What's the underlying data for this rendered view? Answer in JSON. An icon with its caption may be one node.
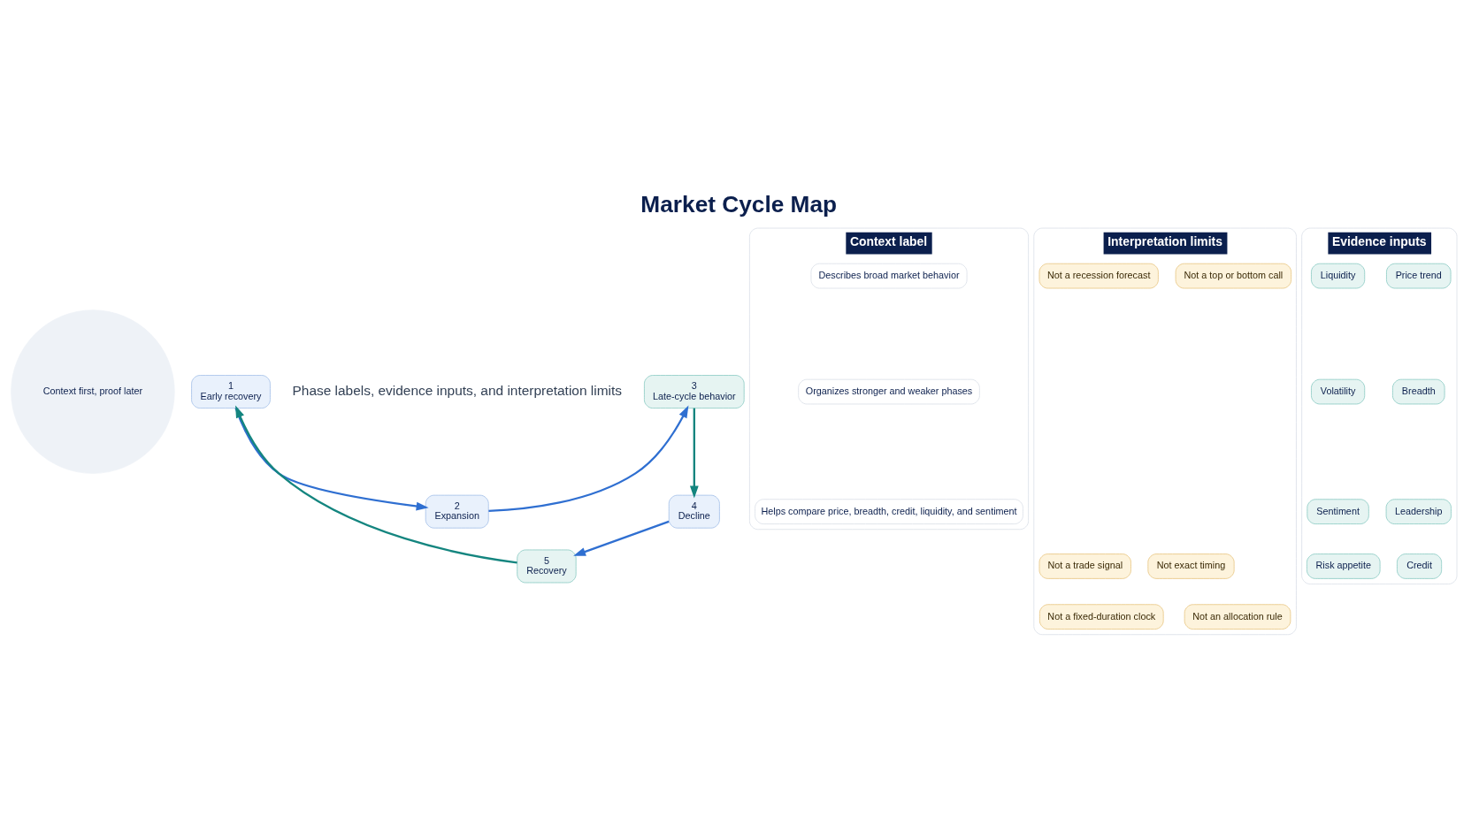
{
  "diagram": {
    "title": "Market Cycle Map",
    "nodes": [
      {
        "text": [
          "Context label"
        ]
      },
      {
        "text": [
          "Describes broad market behavior"
        ],
        "in": 0
      },
      {
        "text": [
          "Organizes stronger and weaker phases"
        ],
        "in": 0
      },
      {
        "text": [
          "Helps compare price, breadth, credit, liquidity, and sentiment"
        ],
        "in": 0
      },
      {
        "text": [
          "1",
          "Early recovery"
        ]
      },
      {
        "text": [
          "2",
          "Expansion"
        ]
      },
      {
        "text": [
          "3",
          "Late-cycle behavior"
        ]
      },
      {
        "text": [
          "4",
          "Decline"
        ]
      },
      {
        "text": [
          "5",
          "Recovery"
        ]
      },
      {
        "text": [
          "Context first, proof later"
        ]
      },
      {
        "text": [
          "Evidence inputs"
        ]
      },
      {
        "text": [
          "Price trend"
        ],
        "in": 10
      },
      {
        "text": [
          "Breadth"
        ],
        "in": 10
      },
      {
        "text": [
          "Leadership"
        ],
        "in": 10
      },
      {
        "text": [
          "Credit"
        ],
        "in": 10
      },
      {
        "text": [
          "Liquidity"
        ],
        "in": 10
      },
      {
        "text": [
          "Volatility"
        ],
        "in": 10
      },
      {
        "text": [
          "Sentiment"
        ],
        "in": 10
      },
      {
        "text": [
          "Risk appetite"
        ],
        "in": 10
      },
      {
        "text": [
          "Interpretation limits"
        ]
      },
      {
        "text": [
          "Not exact timing"
        ],
        "in": 19
      },
      {
        "text": [
          "Not a top or bottom call"
        ],
        "in": 19
      },
      {
        "text": [
          "Not a fixed-duration clock"
        ],
        "in": 19
      },
      {
        "text": [
          "Not a trade signal"
        ],
        "in": 19
      },
      {
        "text": [
          "Not a recession forecast"
        ],
        "in": 19
      },
      {
        "text": [
          "Not an allocation rule"
        ],
        "in": 19
      }
    ],
    "edges": [
      {
        "from": 4,
        "to": 5,
        "arrow": "to"
      },
      {
        "from": 5,
        "to": 6,
        "arrow": "to"
      },
      {
        "from": 6,
        "to": 7,
        "arrow": "to",
        "color": "#14857f"
      },
      {
        "from": 7,
        "to": 8,
        "arrow": "to"
      },
      {
        "from": 8,
        "to": 4,
        "arrow": "to",
        "color": "#14857f"
      }
    ],
    "labels": [
      "Phase labels, evidence inputs, and interpretation limits"
    ]
  }
}
